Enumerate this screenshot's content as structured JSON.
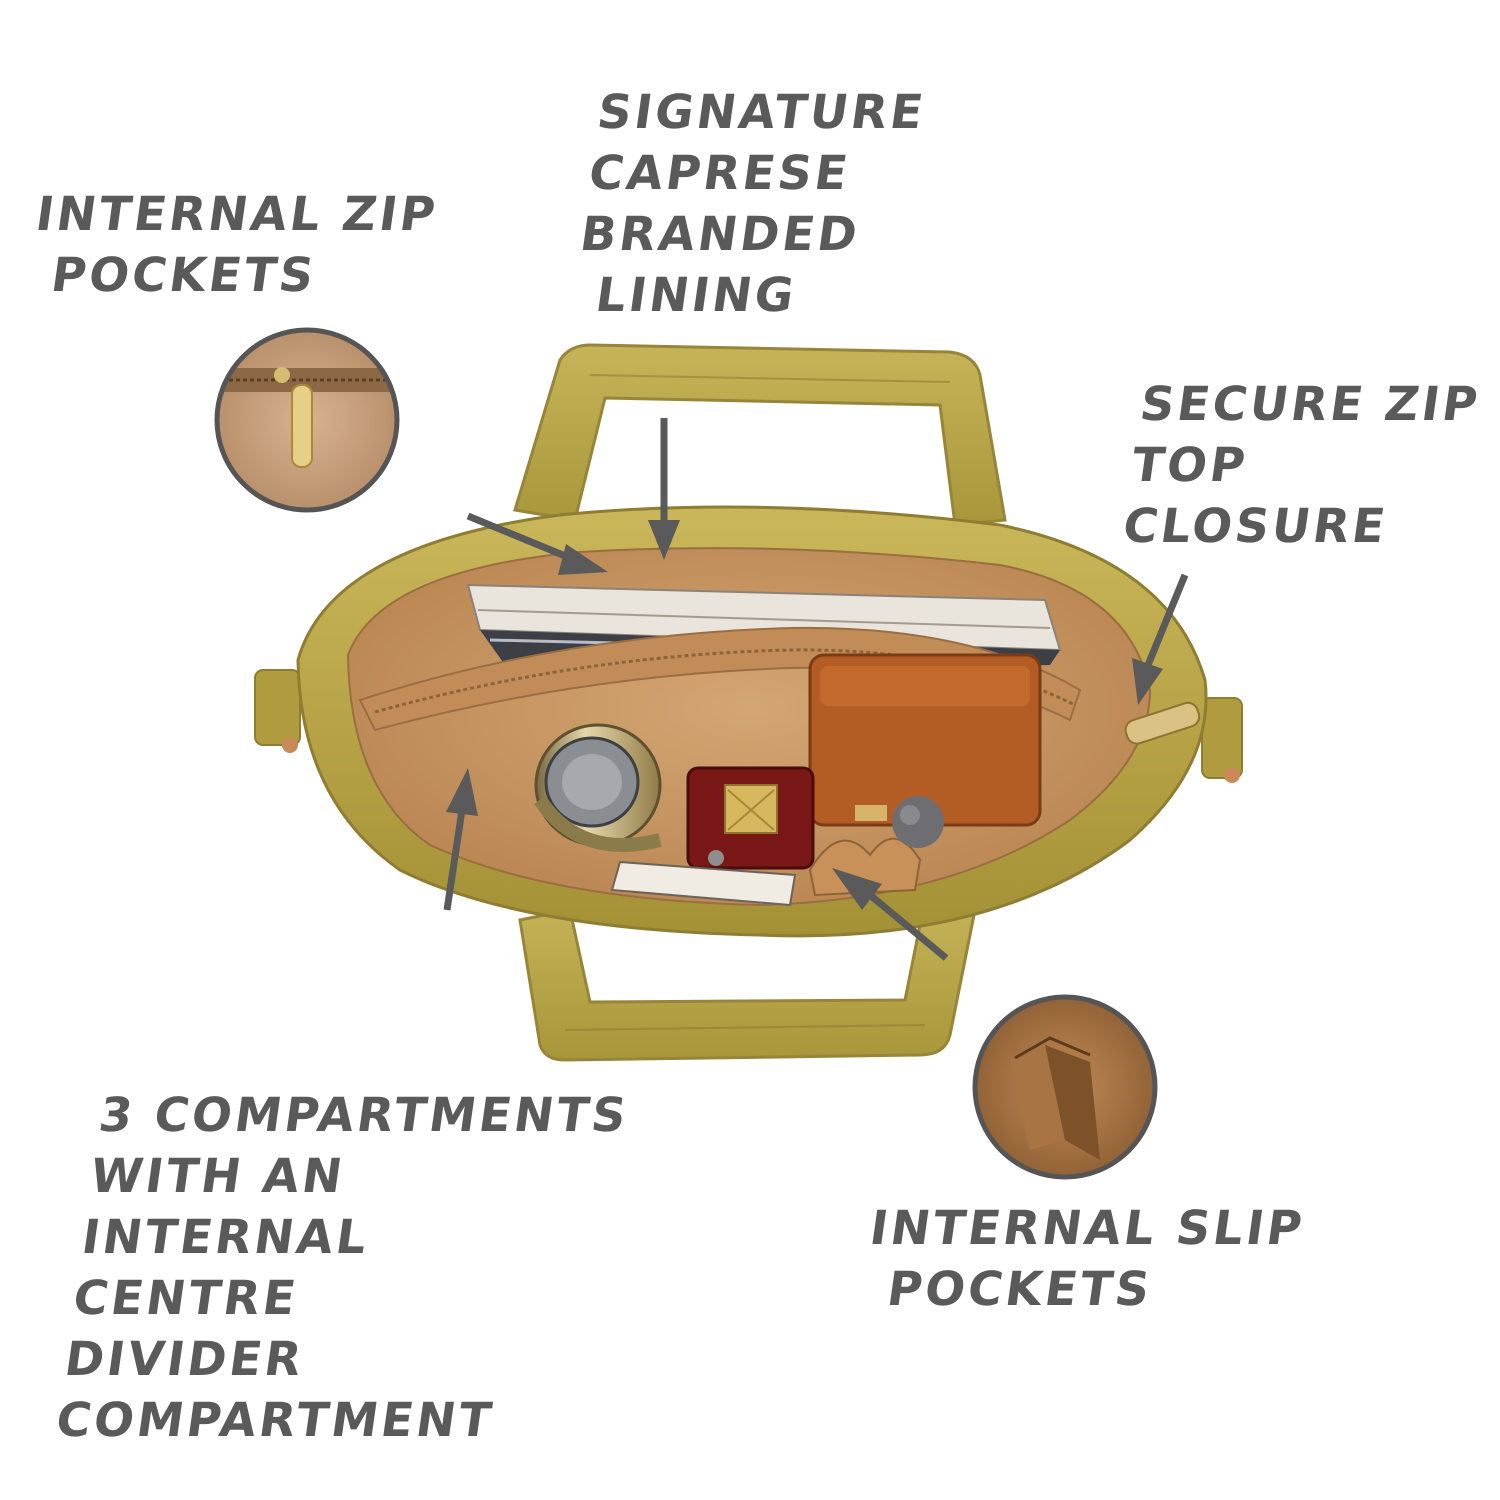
{
  "labels": {
    "internal_zip_pockets": [
      "INTERNAL ZIP",
      "POCKETS"
    ],
    "branded_lining": [
      "SIGNATURE",
      "CAPRESE",
      "BRANDED",
      "LINING"
    ],
    "zip_top_closure": [
      "SECURE ZIP",
      "TOP",
      "CLOSURE"
    ],
    "compartments": [
      "3 COMPARTMENTS",
      "WITH AN",
      "INTERNAL",
      "CENTRE",
      "DIVIDER",
      "COMPARTMENT"
    ],
    "internal_slip_pockets": [
      "INTERNAL SLIP",
      "POCKETS"
    ]
  },
  "colors": {
    "text": "#5a5a5a",
    "arrow": "#5a5a5a",
    "bag_outer": "#b9a64a",
    "bag_lining": "#c89a68",
    "background": "#ffffff"
  }
}
